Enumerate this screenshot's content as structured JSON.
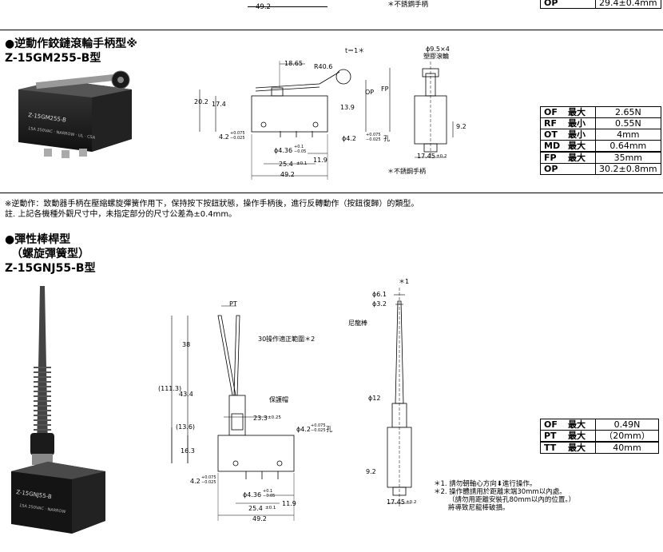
{
  "top": {
    "dim": "49.2",
    "note": "＊不銹鋼手柄",
    "op_label": "OP",
    "op_value": "29.4±0.4mm"
  },
  "section1": {
    "title": "●逆動作鉸鏈滾輪手柄型※",
    "model": "Z-15GM255-B型",
    "photo_label": "Z-15GM255-B",
    "dims": {
      "t": "t＝1＊",
      "d1865": "18.65",
      "r406": "R40.6",
      "d202": "20.2",
      "d174": "17.4",
      "op": "OP",
      "fp": "FP",
      "d139": "13.9",
      "hole": "4.2",
      "hole_tol_up": "+0.075",
      "hole_tol_dn": "−0.025",
      "d436": "ϕ4.36",
      "d436_up": "+0.1",
      "d436_dn": "−0.05",
      "d254": "25.4",
      "d254_tol": "±0.1",
      "d119": "11.9",
      "d492": "49.2",
      "roller": "ϕ9.5×4",
      "roller_mat": "塑膠滾輪",
      "hole_right": "ϕ4.2",
      "hole_right_suffix": "孔",
      "d92": "9.2",
      "d1745": "17.45",
      "d1745_tol": "±0.2",
      "note": "＊不銹鋼手柄"
    },
    "specs": [
      {
        "k": "OF",
        "q": "最大",
        "v": "2.65N"
      },
      {
        "k": "RF",
        "q": "最小",
        "v": "0.55N"
      },
      {
        "k": "OT",
        "q": "最小",
        "v": "4mm"
      },
      {
        "k": "MD",
        "q": "最大",
        "v": "0.64mm"
      },
      {
        "k": "FP",
        "q": "最大",
        "v": "35mm"
      },
      {
        "k": "OP",
        "q": "",
        "v": "30.2±0.8mm"
      }
    ]
  },
  "notes": {
    "line1": "※逆動作：致動器手柄在壓縮螺旋彈簧作用下，保持按下按鈕狀態，操作手柄後，進行反轉動作（按鈕復歸）的類型。",
    "line2": "註. 上記各機種外觀尺寸中，未指定部分的尺寸公差為±0.4mm。"
  },
  "section2": {
    "title": "●彈性棒桿型",
    "subtitle": "（螺旋彈簧型）",
    "model": "Z-15GNJ55-B型",
    "photo_label": "Z-15GNJ55-B",
    "dims": {
      "pt": "PT",
      "range": "30操作適正範圍＊2",
      "d38": "38",
      "d1113": "(111.3)",
      "d434": "43.4",
      "cap": "保護帽",
      "d233": "23.3",
      "d233_tol": "±0.25",
      "d136": "(13.6)",
      "hole": "ϕ4.2",
      "hole_up": "+0.075",
      "hole_dn": "−0.025",
      "hole_suffix": "孔",
      "d163": "16.3",
      "hole_l": "4.2",
      "d436": "ϕ4.36",
      "d436_up": "+0.1",
      "d436_dn": "−0.05",
      "d254": "25.4",
      "d254_tol": "±0.1",
      "d119": "11.9",
      "d492": "49.2",
      "star1": "＊1",
      "d61": "ϕ6.1",
      "d32": "ϕ3.2",
      "nylon": "尼龍棒",
      "d12": "ϕ12",
      "d92": "9.2",
      "d1745": "17.45",
      "d1745_tol": "±0.2"
    },
    "specs": [
      {
        "k": "OF",
        "q": "最大",
        "v": "0.49N"
      },
      {
        "k": "PT",
        "q": "最大",
        "v": "（20mm）"
      },
      {
        "k": "TT",
        "q": "最大",
        "v": "40mm"
      }
    ],
    "footnotes": [
      "＊1. 請勿朝軸心方向⬇進行操作。",
      "＊2. 操作體請用於距離末端30mm以內處。",
      "（請勿用距離安裝孔80mm以內的位置。）",
      "將導致尼龍棒破損。"
    ]
  }
}
